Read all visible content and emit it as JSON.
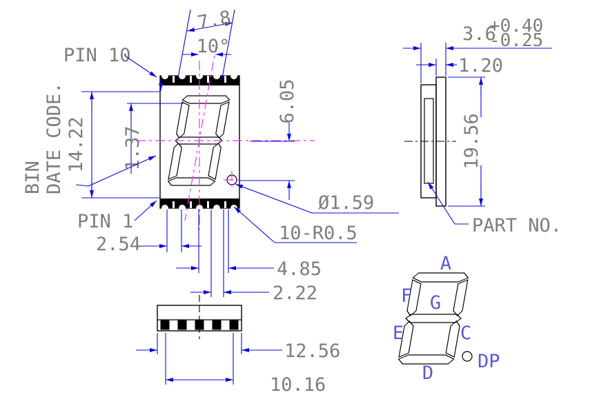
{
  "front_view": {
    "pin10": "PIN 10",
    "pin1": "PIN 1",
    "bin": "BIN",
    "date_code": "DATE CODE.",
    "dim_slant_width": "7.8",
    "dim_angle": "10°",
    "dim_body_height": "14.22",
    "dim_digit_offset": "1.37",
    "dim_center_to_dp": "6.05",
    "dim_dp_diameter": "Ø1.59",
    "dim_castellations": "10-R0.5",
    "dim_pin_pitch": "2.54",
    "dim_pad_group": "4.85",
    "dim_pad_gap": "2.22"
  },
  "bottom_view": {
    "dim_overall_width": "12.56",
    "dim_pad_span": "10.16"
  },
  "side_view": {
    "dim_thickness": "3.6",
    "tol_plus": "+0.40",
    "tol_minus": "-0.25",
    "dim_lens_thickness": "1.20",
    "dim_overall_height": "19.56",
    "part_no": "PART NO."
  },
  "segment_diagram": {
    "a": "A",
    "f": "F",
    "g": "G",
    "e": "E",
    "c": "C",
    "d": "D",
    "dp": "DP"
  },
  "colors": {
    "dimension_blue": "#0a0ad6",
    "centerline_magenta": "#f531f5",
    "text_gray": "#7d7d7d",
    "segment_label_blue": "#5a5ad2",
    "geometry_black": "#000000"
  }
}
